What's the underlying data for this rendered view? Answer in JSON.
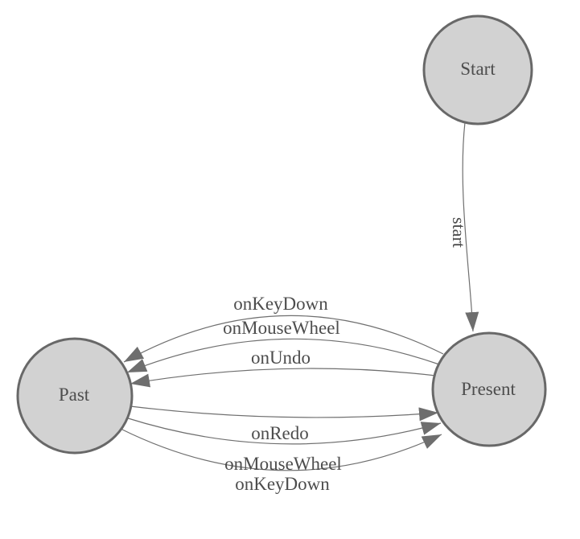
{
  "diagram": {
    "type": "state-diagram",
    "background": "#ffffff",
    "nodes": {
      "start": {
        "label": "Start"
      },
      "present": {
        "label": "Present"
      },
      "past": {
        "label": "Past"
      }
    },
    "edges": {
      "start_to_present": {
        "from": "Start",
        "to": "Present",
        "label": "start"
      },
      "present_to_past": [
        {
          "from": "Present",
          "to": "Past",
          "label": "onKeyDown"
        },
        {
          "from": "Present",
          "to": "Past",
          "label": "onMouseWheel"
        },
        {
          "from": "Present",
          "to": "Past",
          "label": "onUndo"
        }
      ],
      "past_to_present": [
        {
          "from": "Past",
          "to": "Present",
          "label": "onRedo"
        },
        {
          "from": "Past",
          "to": "Present",
          "label": "onMouseWheel"
        },
        {
          "from": "Past",
          "to": "Present",
          "label": "onKeyDown"
        }
      ]
    },
    "colors": {
      "node_fill": "#d2d2d2",
      "node_border": "#686868",
      "edge_line": "#6f6f6f",
      "arrowhead": "#6e6e6e",
      "text": "#4d4d4d"
    }
  }
}
